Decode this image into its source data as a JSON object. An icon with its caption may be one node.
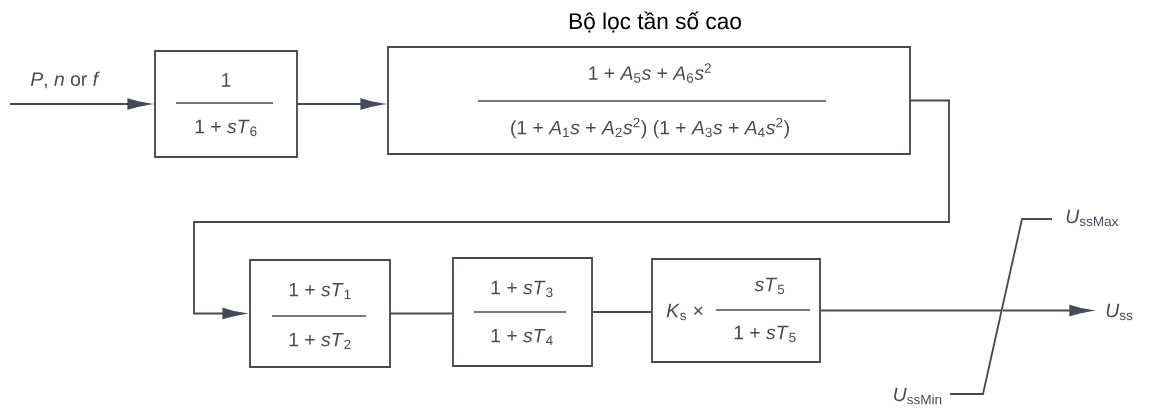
{
  "diagram": {
    "nodes": [
      {
        "text": [
          "1",
          "1 + *sT*$_{6}$"
        ]
      },
      {
        "text": [
          "Bộ lọc tần số cao",
          "1 + *A*$_{5}$*s* + *A*$_{6}$*s*$^{2}$",
          "(1 + *A*$_{1}$*s* + *A*$_{2}$*s*$^{2}$) (1 + *A*$_{3}$*s* + *A*$_{4}$*s*$^{2}$)"
        ]
      },
      {
        "text": [
          "1 + *sT*$_{1}$",
          "1 + *sT*$_{2}$"
        ]
      },
      {
        "text": [
          "1 + *sT*$_{3}$",
          "1 + *sT*$_{4}$"
        ]
      },
      {
        "text": [
          "*K*$_{s}$ ×",
          "*sT*$_{5}$",
          "1 + *sT*$_{5}$"
        ]
      },
      {
        "text": [],
        "shape": "limiter",
        "beside": [
          "*U*$_{ssMax}$",
          "*U*$_{ssMin}$"
        ]
      }
    ],
    "edges": [
      {
        "from": null,
        "to": 0,
        "arrow": "to",
        "label": "*P*, *n* or *f*"
      },
      {
        "from": 0,
        "to": 1,
        "arrow": "to"
      },
      {
        "from": 1,
        "to": 2,
        "arrow": "to"
      },
      {
        "from": 2,
        "to": 3,
        "arrow": "none"
      },
      {
        "from": 3,
        "to": 4,
        "arrow": "none"
      },
      {
        "from": 4,
        "to": 5,
        "arrow": "none"
      },
      {
        "from": 5,
        "to": null,
        "arrow": "to",
        "label": "*U*$_{ss}$"
      }
    ]
  }
}
